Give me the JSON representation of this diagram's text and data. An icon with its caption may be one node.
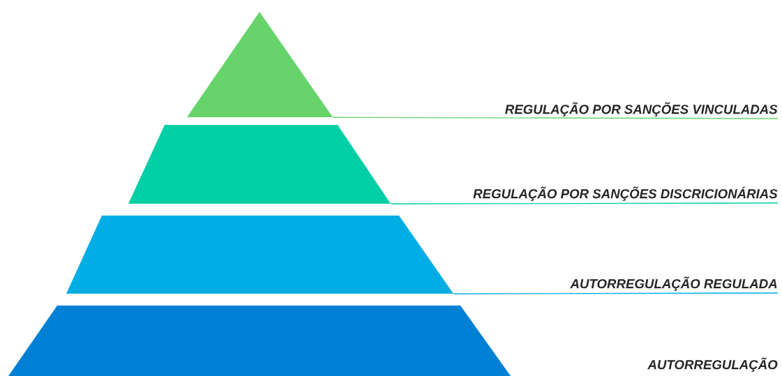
{
  "diagram": {
    "nodes": [
      {
        "text": [],
        "shape": "triangle"
      },
      {
        "text": [
          "REGULAÇÃO POR SANÇÕES VINCULADAS"
        ]
      },
      {
        "text": [],
        "shape": "trapezoid"
      },
      {
        "text": [
          "REGULAÇÃO POR SANÇÕES DISCRICIONÁRIAS"
        ]
      },
      {
        "text": [],
        "shape": "trapezoid"
      },
      {
        "text": [
          "AUTORREGULAÇÃO REGULADA"
        ]
      },
      {
        "text": [],
        "shape": "trapezoid"
      },
      {
        "text": [
          "AUTORREGULAÇÃO"
        ]
      }
    ],
    "edges": [
      {
        "from": 1,
        "to": 0,
        "arrow": "none",
        "color": "#66d46b"
      },
      {
        "from": 3,
        "to": 2,
        "arrow": "none",
        "color": "#02cfa6"
      },
      {
        "from": 5,
        "to": 4,
        "arrow": "none",
        "color": "#00ade4"
      }
    ]
  }
}
